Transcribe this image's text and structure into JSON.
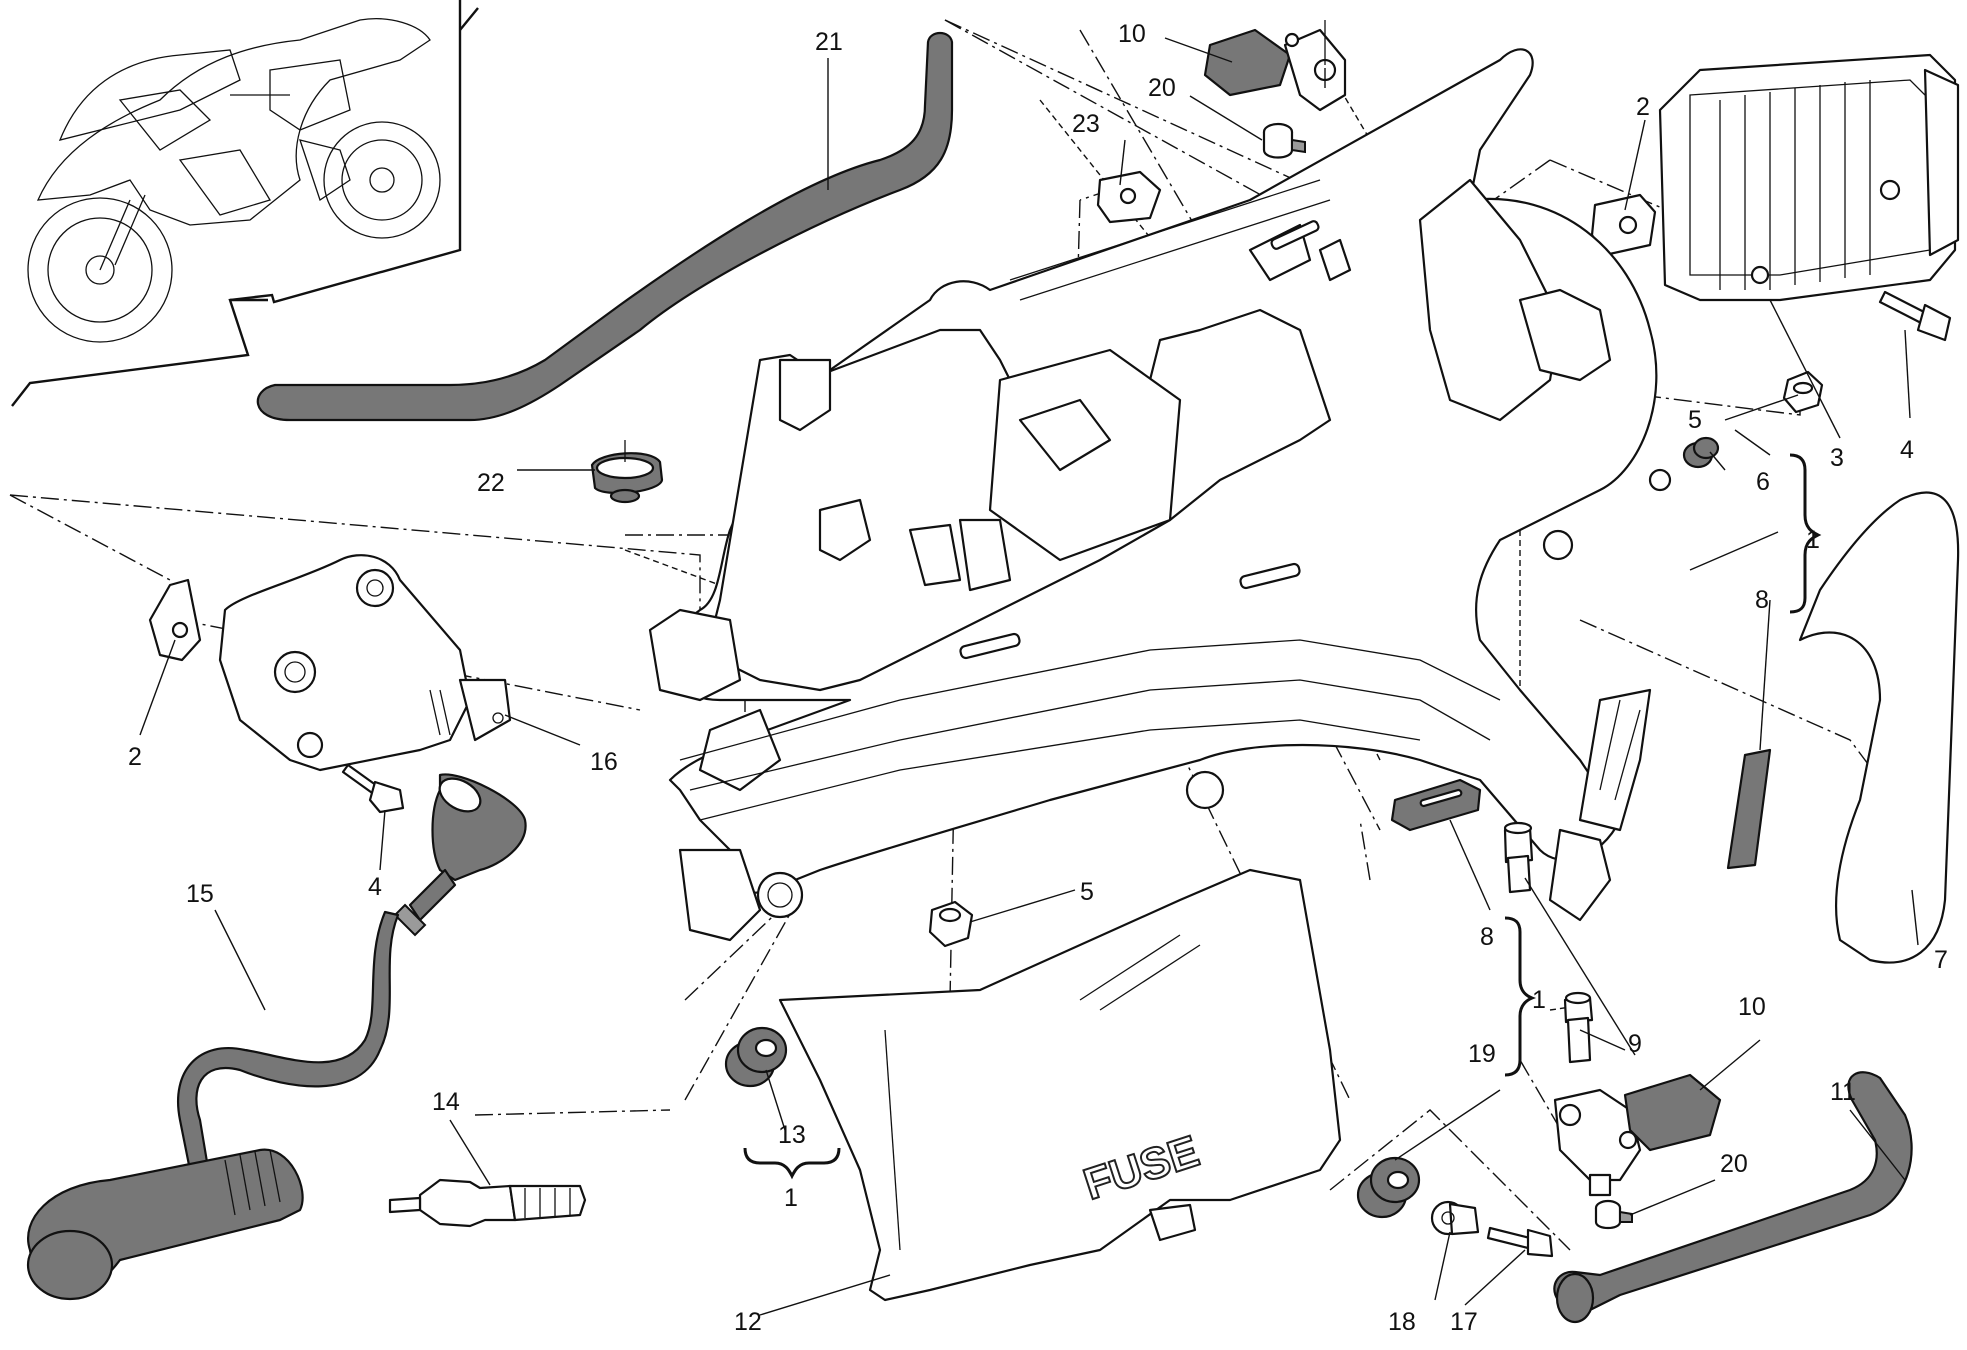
{
  "callouts": [
    {
      "label": "21"
    },
    {
      "label": "10"
    },
    {
      "label": "20"
    },
    {
      "label": "23"
    },
    {
      "label": "2"
    },
    {
      "label": "5"
    },
    {
      "label": "3"
    },
    {
      "label": "4"
    },
    {
      "label": "6"
    },
    {
      "label": "1"
    },
    {
      "label": "8"
    },
    {
      "label": "22"
    },
    {
      "label": "2"
    },
    {
      "label": "16"
    },
    {
      "label": "4"
    },
    {
      "label": "5"
    },
    {
      "label": "15"
    },
    {
      "label": "14"
    },
    {
      "label": "13"
    },
    {
      "label": "1"
    },
    {
      "label": "12"
    },
    {
      "label": "8"
    },
    {
      "label": "1"
    },
    {
      "label": "9"
    },
    {
      "label": "19"
    },
    {
      "label": "10"
    },
    {
      "label": "11"
    },
    {
      "label": "20"
    },
    {
      "label": "18"
    },
    {
      "label": "17"
    },
    {
      "label": "7"
    }
  ],
  "fuse_box_label": "FUSE"
}
